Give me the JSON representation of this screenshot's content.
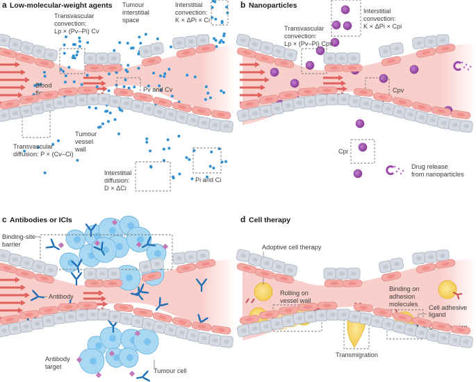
{
  "colors": {
    "blood": "#f9cfcc",
    "endothelial": "#f4a9a4",
    "pericyte": "#d6dbe3",
    "arrow": "#e0605c",
    "small_molecule": "#2f8fd0",
    "nanoparticle": "#9a4aa6",
    "antibody": "#1f6fb5",
    "tumour_cell": "#a9d8f3",
    "antibody_target": "#c07ab8",
    "t_cell": "#f7d66a",
    "receptor": "#c8474a"
  },
  "panels": [
    {
      "letter": "a",
      "title": "Low-molecular-weight agents",
      "labels": {
        "transvascular_convection_1": "Transvascular",
        "transvascular_convection_2": "convection:",
        "transvascular_convection_3": "Lp × (Pv–Pi) Cv",
        "tumour_interstitial_1": "Tumour",
        "tumour_interstitial_2": "interstitial",
        "tumour_interstitial_3": "space",
        "interstitial_convection_1": "Interstitial",
        "interstitial_convection_2": "convection:",
        "interstitial_convection_3": "K × ΔPi × Ci",
        "blood_flow_1": "Blood",
        "blood_flow_2": "flow",
        "pv_cv": "Pv and Cv",
        "tumour_vessel_1": "Tumour",
        "tumour_vessel_2": "vessel",
        "tumour_vessel_3": "wall",
        "transvascular_diffusion_1": "Transvascular",
        "transvascular_diffusion_2": "diffusion: P × (Cv–Ci)",
        "interstitial_diffusion_1": "Interstitial",
        "interstitial_diffusion_2": "diffusion:",
        "interstitial_diffusion_3": "D × ΔCi",
        "pi_ci": "Pi and Ci"
      }
    },
    {
      "letter": "b",
      "title": "Nanoparticles",
      "labels": {
        "interstitial_convection_1": "Interstitial",
        "interstitial_convection_2": "convection:",
        "interstitial_convection_3": "K × ΔPi × Cpi",
        "transvascular_convection_1": "Transvascular",
        "transvascular_convection_2": "convection:",
        "transvascular_convection_3": "Lp × (Pv–Pi) Cpv",
        "cpv": "Cpv",
        "cpi": "Cpi",
        "drug_release_1": "Drug release",
        "drug_release_2": "from nanoparticles"
      }
    },
    {
      "letter": "c",
      "title": "Antibodies or ICIs",
      "labels": {
        "binding_site_1": "Binding-site",
        "binding_site_2": "barrier",
        "antibody": "Antibody",
        "antibody_target_1": "Antibody",
        "antibody_target_2": "target",
        "tumour_cell": "Tumour cell"
      }
    },
    {
      "letter": "d",
      "title": "Cell therapy",
      "labels": {
        "adoptive": "Adoptive cell therapy",
        "rolling_1": "Rolling on",
        "rolling_2": "vessel wall",
        "binding_1": "Binding on",
        "binding_2": "adhesion",
        "binding_3": "molecules",
        "ligand_1": "Cell adhesive",
        "ligand_2": "ligand",
        "adaptor_1": "Cell adhesion",
        "adaptor_2": "adaptor",
        "transmigration": "Transmigration"
      }
    }
  ]
}
